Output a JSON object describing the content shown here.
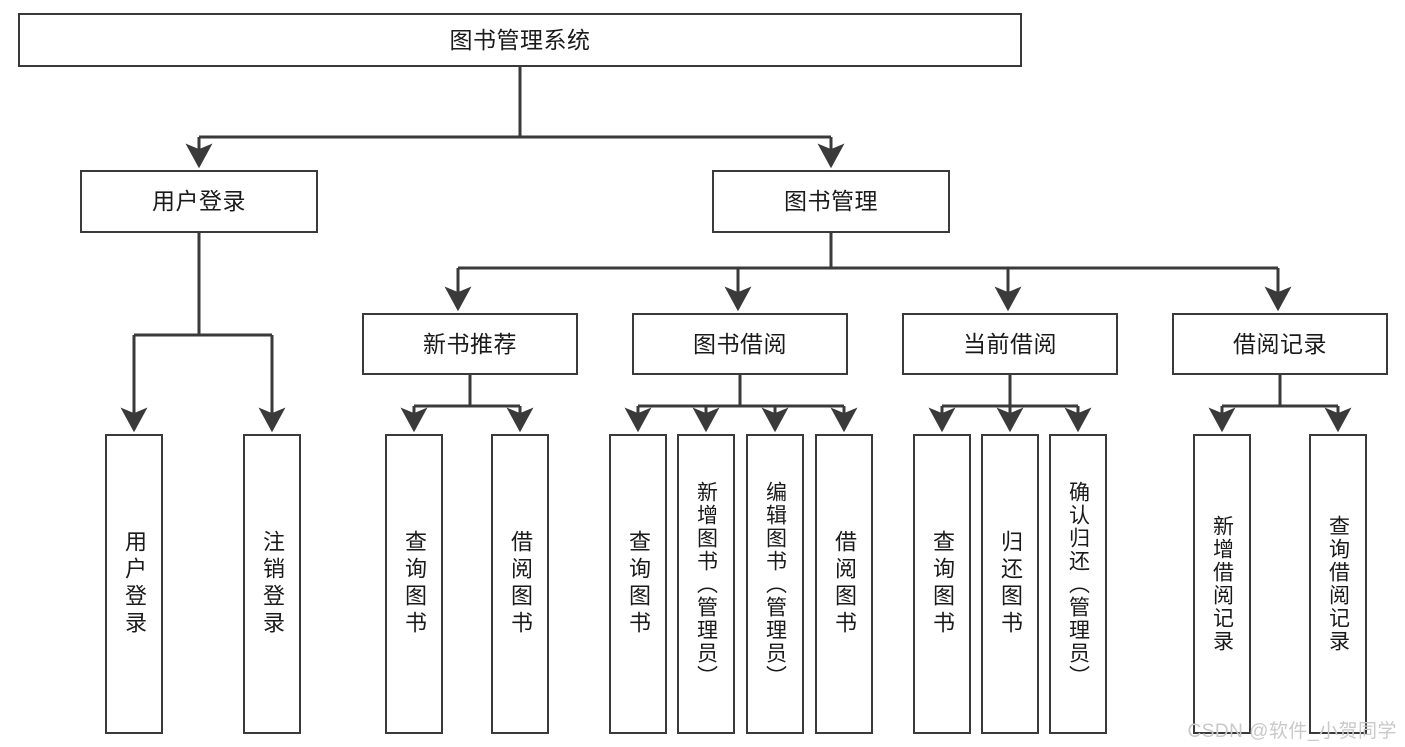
{
  "diagram": {
    "type": "tree",
    "title": "图书管理系统",
    "theme": {
      "background": "#ffffff",
      "box_border": "#3a3a3a",
      "box_fill": "#ffffff",
      "text": "#1a1a1a",
      "edge": "#3a3a3a",
      "watermark": "#c9c9c9"
    },
    "nodes": {
      "root": {
        "label": "图书管理系统"
      },
      "level2": [
        {
          "label": "用户登录"
        },
        {
          "label": "图书管理"
        }
      ],
      "level3": [
        {
          "label": "新书推荐"
        },
        {
          "label": "图书借阅"
        },
        {
          "label": "当前借阅"
        },
        {
          "label": "借阅记录"
        }
      ],
      "leaves": {
        "user_login": [
          {
            "label": "用户登录"
          },
          {
            "label": "注销登录"
          }
        ],
        "new_book": [
          {
            "label": "查询图书"
          },
          {
            "label": "借阅图书"
          }
        ],
        "borrow": [
          {
            "label": "查询图书"
          },
          {
            "label": "新增图书（管理员）"
          },
          {
            "label": "编辑图书（管理员）"
          },
          {
            "label": "借阅图书"
          }
        ],
        "current": [
          {
            "label": "查询图书"
          },
          {
            "label": "归还图书"
          },
          {
            "label": "确认归还（管理员）"
          }
        ],
        "records": [
          {
            "label": "新增借阅记录"
          },
          {
            "label": "查询借阅记录"
          }
        ]
      }
    },
    "watermark": "CSDN @软件_小贺同学"
  }
}
